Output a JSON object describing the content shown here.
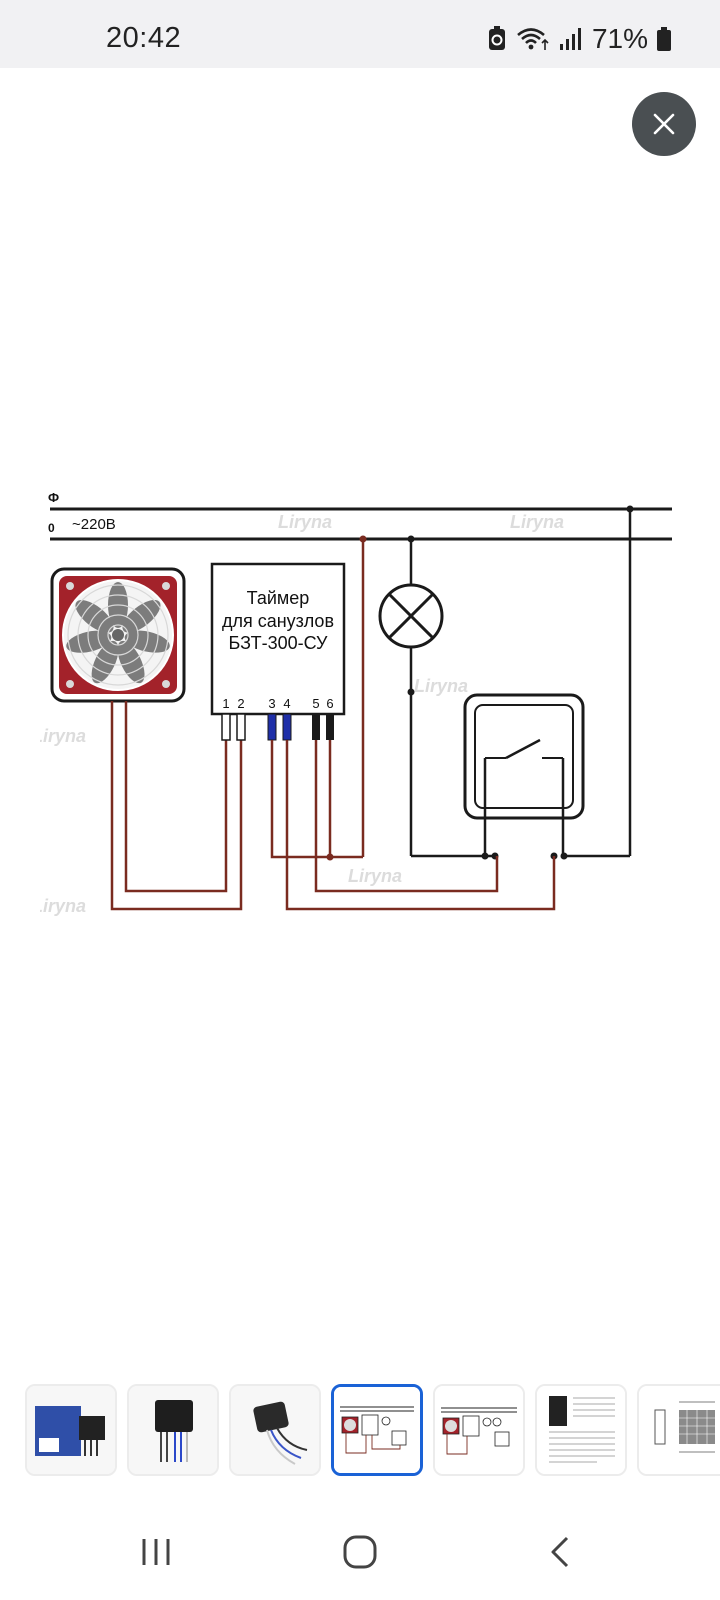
{
  "status_bar": {
    "time": "20:42",
    "battery_percent": "71%",
    "icons": [
      "battery-saver-icon",
      "wifi-icon",
      "signal-icon",
      "battery-icon"
    ]
  },
  "viewer": {
    "close_icon": "close-icon"
  },
  "diagram": {
    "phase_label": "Ф",
    "neutral_label": "0",
    "voltage_label": "~220В",
    "timer_line1": "Таймер",
    "timer_line2": "для санузлов",
    "timer_line3": "БЗТ-300-СУ",
    "terminals": [
      "1",
      "2",
      "3",
      "4",
      "5",
      "6"
    ],
    "watermark": "Liryna",
    "colors": {
      "wire_dark": "#1a1a1a",
      "wire_brown": "#7a2b20",
      "fan_red": "#a3222a",
      "terminal_blue": "#1f2fa8"
    }
  },
  "gallery": {
    "thumbnail_count": 7,
    "selected_index": 3
  },
  "nav": {
    "recents_icon": "recents-icon",
    "home_icon": "home-icon",
    "back_icon": "back-icon"
  }
}
